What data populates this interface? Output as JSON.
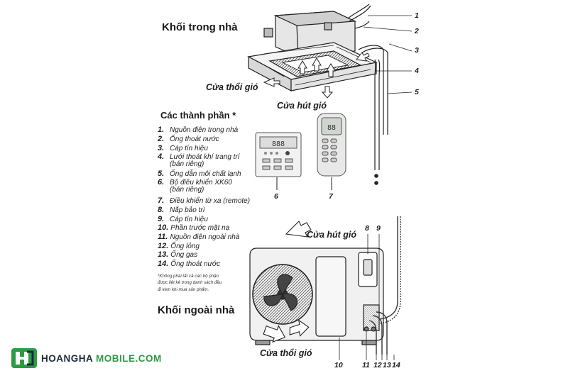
{
  "colors": {
    "logo_green": "#2d9b46",
    "logo_dark": "#1c2b3a",
    "line": "#333333"
  },
  "headings": {
    "indoor": "Khối trong nhà",
    "outdoor": "Khối ngoài nhà",
    "components": "Các thành phần *"
  },
  "labels": {
    "indoor_outlet": "Cửa thổi gió",
    "indoor_inlet": "Cửa hút gió",
    "outdoor_inlet": "Cửa hút gió",
    "outdoor_outlet": "Cửa thổi gió"
  },
  "callouts": {
    "c1": "1",
    "c2": "2",
    "c3": "3",
    "c4": "4",
    "c5": "5",
    "c6": "6",
    "c7": "7",
    "c8": "8",
    "c9": "9",
    "c10": "10",
    "c11": "11",
    "c12": "12",
    "c13": "13",
    "c14": "14"
  },
  "components": [
    {
      "n": "1.",
      "lines": [
        "Nguồn điện trong nhà"
      ]
    },
    {
      "n": "2.",
      "lines": [
        "Ống thoát nước"
      ]
    },
    {
      "n": "3.",
      "lines": [
        "Cáp tín hiệu"
      ]
    },
    {
      "n": "4.",
      "lines": [
        "Lưới thoát khí trang trí",
        "(bán riêng)"
      ]
    },
    {
      "n": "5.",
      "lines": [
        "Ống dẫn môi chất lạnh"
      ]
    },
    {
      "n": "6.",
      "lines": [
        "Bộ điều khiển XK60",
        "(bán riêng)"
      ]
    },
    {
      "n": "7.",
      "lines": [
        "Điều khiển từ xa (remote)"
      ]
    },
    {
      "n": "8.",
      "lines": [
        "Nắp bảo trì"
      ]
    },
    {
      "n": "9.",
      "lines": [
        "Cáp tín hiệu"
      ]
    },
    {
      "n": "10.",
      "lines": [
        "Phần trước mặt nạ"
      ]
    },
    {
      "n": "11.",
      "lines": [
        "Nguồn điện ngoài nhà"
      ]
    },
    {
      "n": "12.",
      "lines": [
        "Ống lỏng"
      ]
    },
    {
      "n": "13.",
      "lines": [
        "Ống gas"
      ]
    },
    {
      "n": "14.",
      "lines": [
        "Ống thoát nước"
      ]
    }
  ],
  "note": {
    "line1": "*Không phải tất cả các bộ phận",
    "line2": "được liệt kê trong danh sách đều",
    "line3": "đi kèm khi mua sản phẩm."
  },
  "controller": {
    "display": "888"
  },
  "remote": {
    "display": "88"
  },
  "logo": {
    "text": "HOANGHAMOBILE.COM",
    "icon": "hh-logo-icon"
  }
}
